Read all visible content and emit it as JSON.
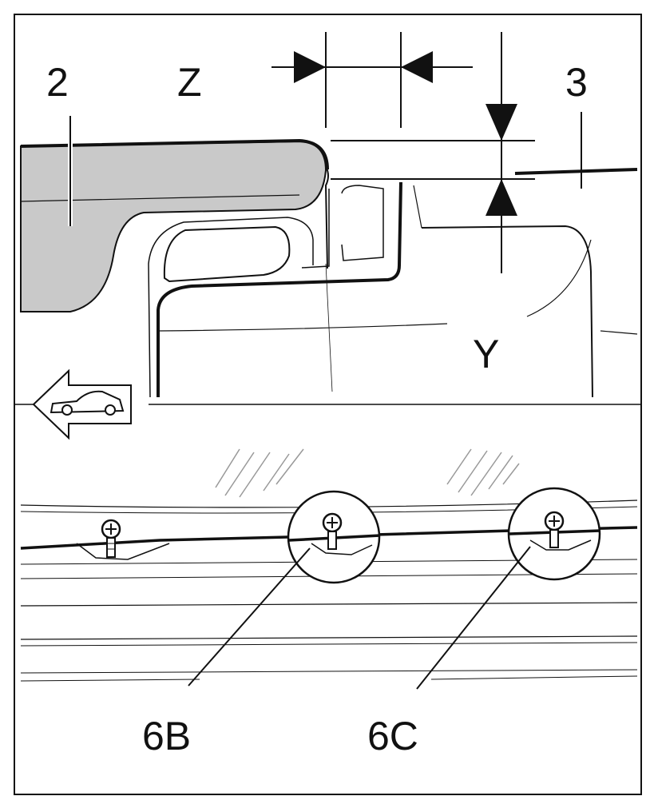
{
  "labels": {
    "part_2": "2",
    "part_3": "3",
    "dim_z": "Z",
    "dim_y": "Y",
    "callout_6b": "6B",
    "callout_6c": "6C"
  },
  "icons": {
    "direction_arrow": "forward-arrow-icon",
    "vehicle": "car-icon",
    "screw": "screw-icon",
    "glass": "glass-hatching"
  },
  "colors": {
    "line": "#111111",
    "highlighted_part": "#c9c9c9",
    "background": "#ffffff"
  }
}
